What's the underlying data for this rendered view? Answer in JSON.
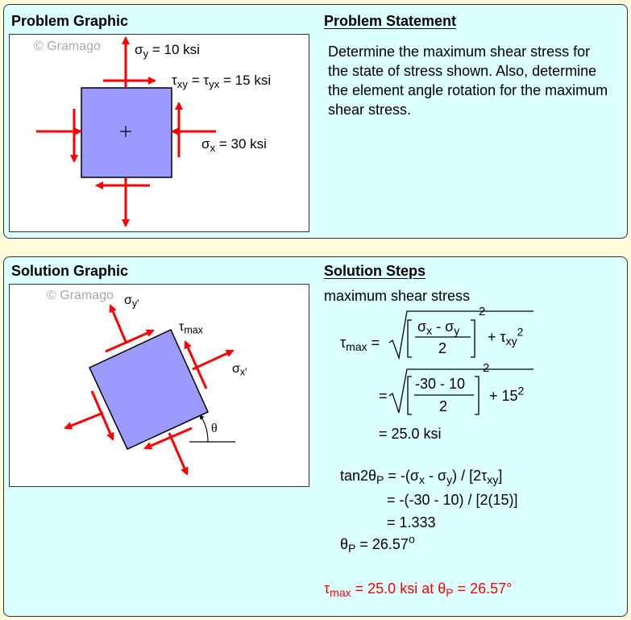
{
  "problem": {
    "graphic_title": "Problem Graphic",
    "statement_title": "Problem Statement",
    "statement": "Determine the maximum shear stress for the state of stress shown. Also, determine the element angle rotation for the maximum shear stress.",
    "watermark": "© Gramago",
    "labels": {
      "sigma_y": "σ",
      "sigma_y_sub": "y",
      "sigma_y_val": " = 10 ksi",
      "tau": "τ",
      "tau_sub1": "xy",
      "tau_mid": " = τ",
      "tau_sub2": "yx",
      "tau_val": " = 15 ksi",
      "sigma_x": "σ",
      "sigma_x_sub": "x",
      "sigma_x_val": " = 30 ksi"
    }
  },
  "solution": {
    "graphic_title": "Solution Graphic",
    "steps_title": "Solution Steps",
    "watermark": "© Gramago",
    "labels": {
      "sy": "σ",
      "sy_sub": "y'",
      "tmax": "τ",
      "tmax_sub": "max",
      "sx": "σ",
      "sx_sub": "x'",
      "theta": "θ"
    },
    "steps": {
      "heading": "maximum shear stress",
      "tau": "τ",
      "max": "max",
      "eq": "=",
      "num1a": "σ",
      "x": "x",
      "minus": " - ",
      "num1b": "σ",
      "y": "y",
      "two": "2",
      "sq": "2",
      "plus_tau": "+ τ",
      "xy": "xy",
      "num2": "-30 - 10",
      "plus15": "+ 15",
      "result": "= 25.0 ksi",
      "tan_a": "tan2θ",
      "P": "P",
      "tan_b": " = -(σ",
      "tan_c": " - σ",
      "tan_d": ") / [2τ",
      "tan_e": "]",
      "line2": "= -(-30 - 10) / [2(15)]",
      "line3": "= 1.333",
      "theta_a": "θ",
      "theta_b": " = 26.57",
      "theta_o": "o",
      "final_a": "τ",
      "final_b": " = 25.0 ksi at θ",
      "final_c": " = 26.57°"
    }
  },
  "colors": {
    "arrow": "#ff0000",
    "element": "#9b9bff",
    "panel": "#dcffff",
    "page": "#fffbdb"
  }
}
